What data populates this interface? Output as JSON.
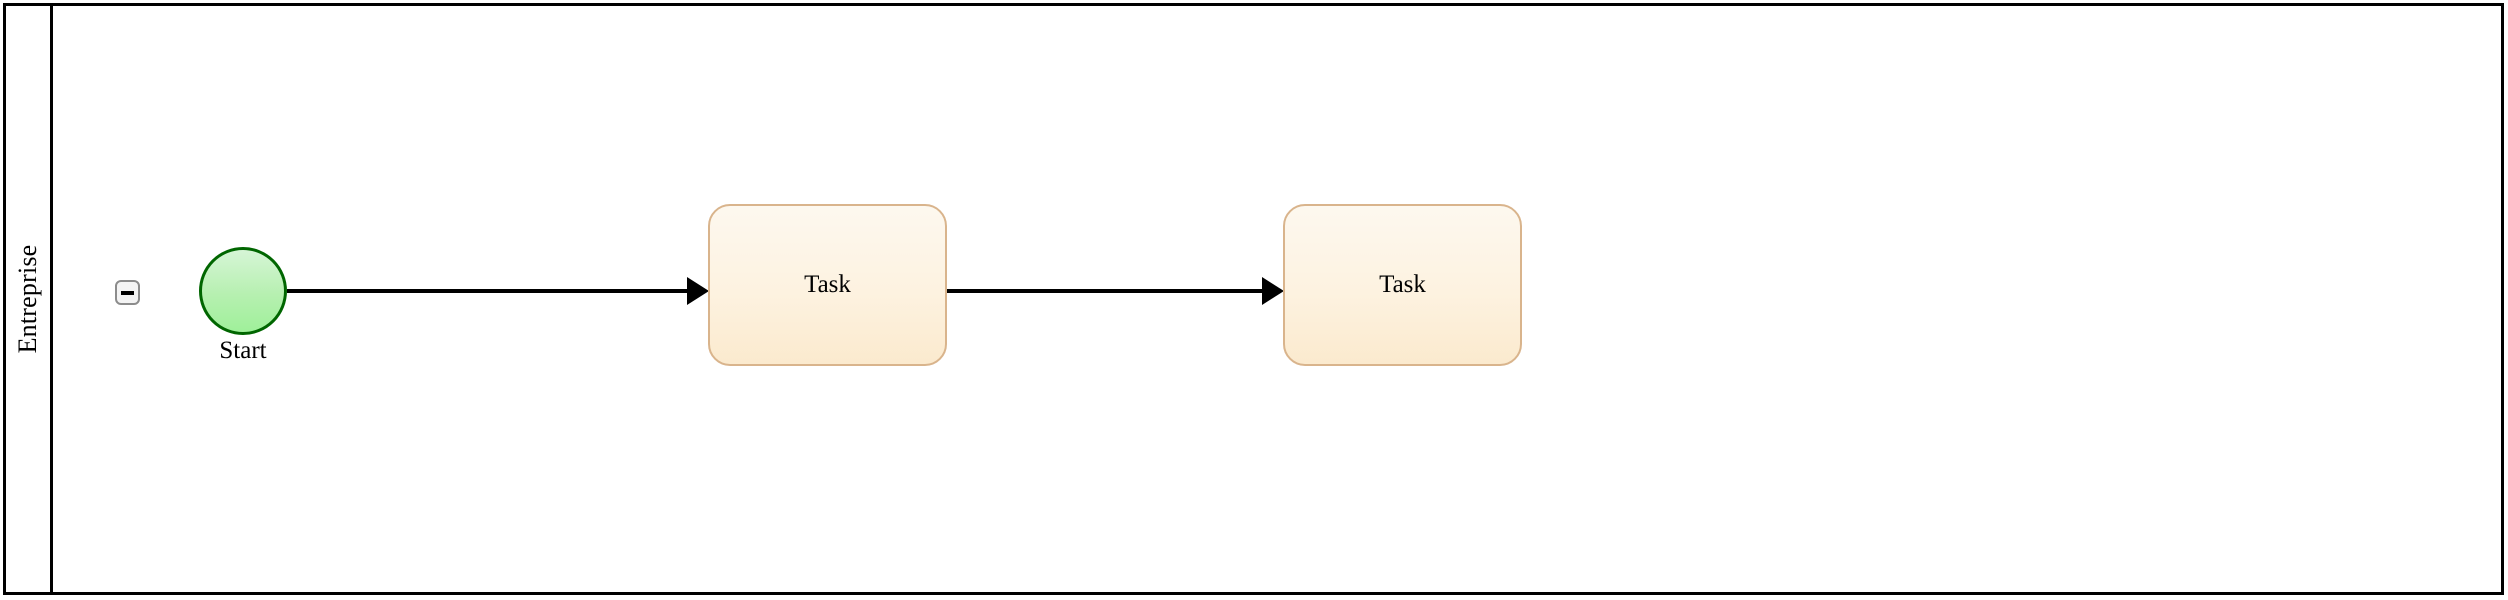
{
  "diagram": {
    "type": "bpmn-process",
    "pool": {
      "name": "Entreprise",
      "collapse_control": {
        "icon": "minus-icon",
        "state": "expanded"
      }
    },
    "elements": [
      {
        "id": "start-event",
        "type": "start-event",
        "label": "Start",
        "shape": "circle",
        "border_color": "#006600",
        "fill_color": "#b6f0b0"
      },
      {
        "id": "task-1",
        "type": "task",
        "label": "Task",
        "shape": "rounded-rectangle",
        "border_color": "#d9b48c",
        "fill_color": "#fdf2e0"
      },
      {
        "id": "task-2",
        "type": "task",
        "label": "Task",
        "shape": "rounded-rectangle",
        "border_color": "#d9b48c",
        "fill_color": "#fdf2e0"
      }
    ],
    "flows": [
      {
        "id": "flow-1",
        "from": "start-event",
        "to": "task-1",
        "type": "sequence-flow",
        "label": ""
      },
      {
        "id": "flow-2",
        "from": "task-1",
        "to": "task-2",
        "type": "sequence-flow",
        "label": ""
      }
    ],
    "colors": {
      "pool_border": "#000000",
      "flow_line": "#000000",
      "canvas_background": "#ffffff",
      "collapse_button_border": "#8c8c8c",
      "collapse_button_fill": "#f4f4f4"
    }
  }
}
